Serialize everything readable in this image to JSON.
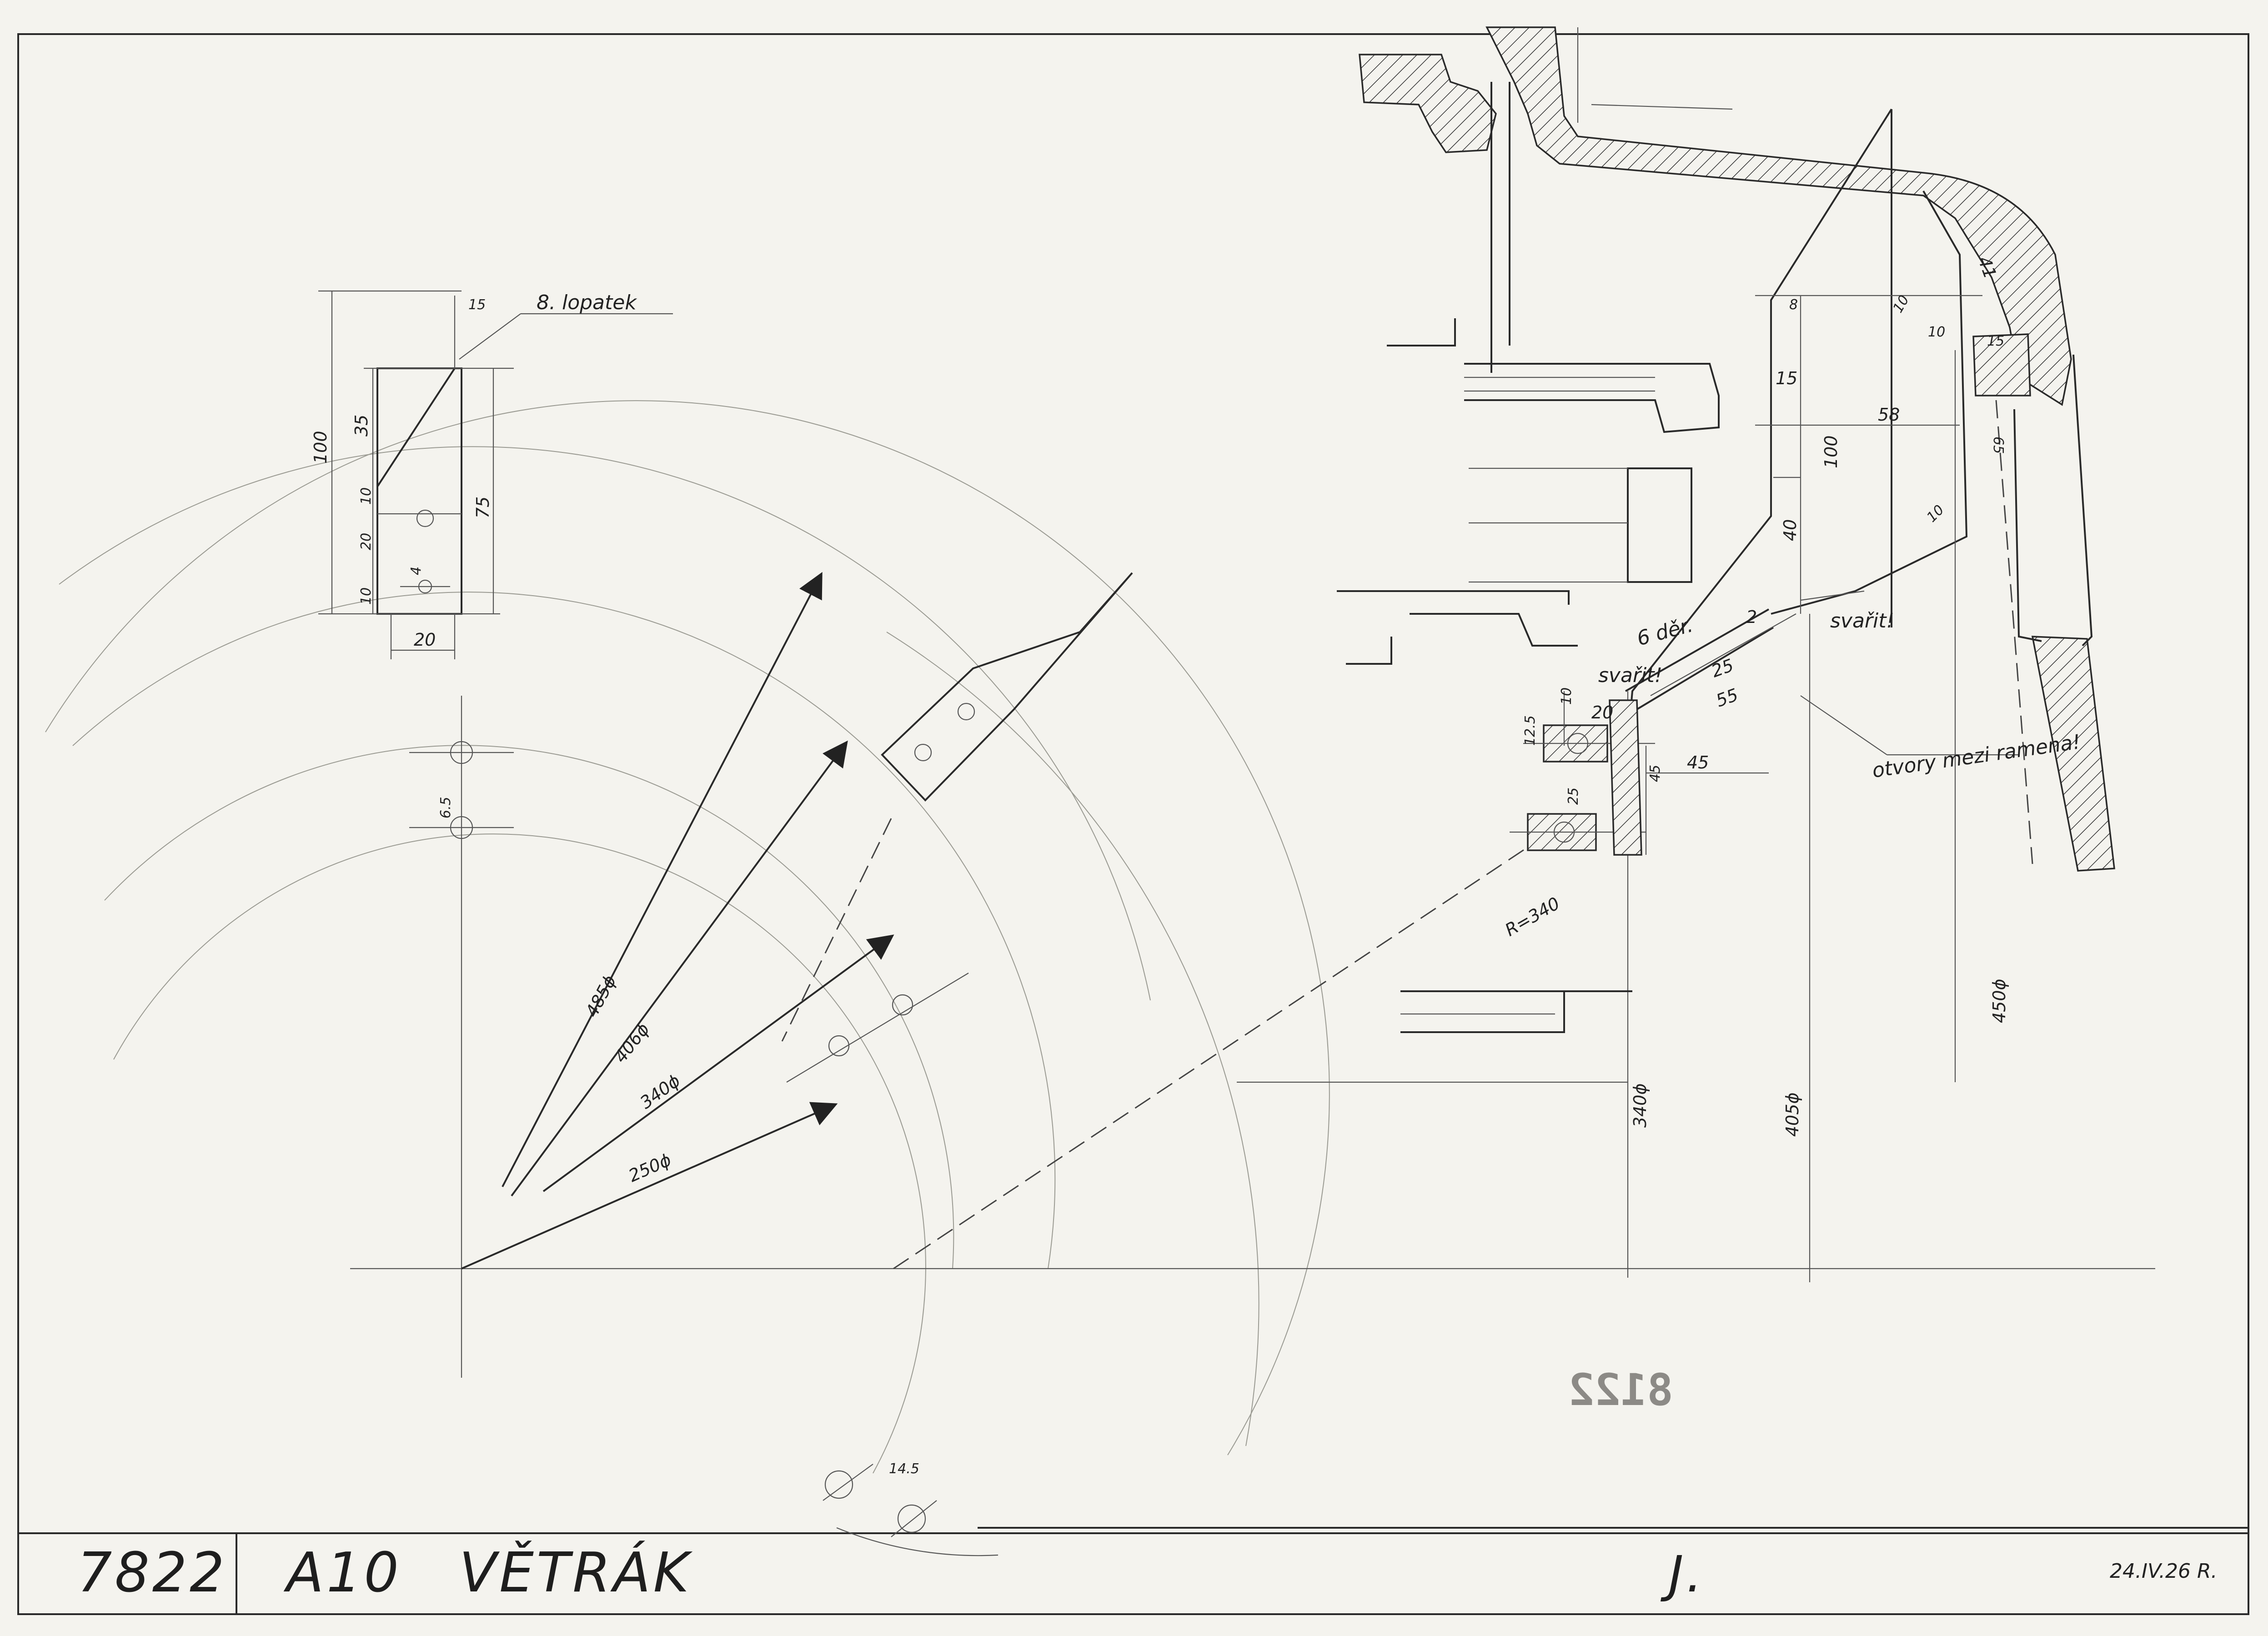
{
  "title_block": {
    "drawing_number": "7822",
    "part_code": "A10",
    "part_name": "VĚTRÁK",
    "initial": "J.",
    "date": "24.IV.26 R."
  },
  "stamp": {
    "text": "8122"
  },
  "blade_detail": {
    "note": "8. lopatek",
    "dims": [
      "15",
      "100",
      "35",
      "75",
      "20",
      "10",
      "10",
      "4",
      "20"
    ]
  },
  "plan_view": {
    "diameters": [
      "485ϕ",
      "406ϕ",
      "340ϕ",
      "250ϕ"
    ],
    "dims": [
      "6.5",
      "14.5"
    ]
  },
  "section_view": {
    "notes": [
      "svařit!",
      "svařit!",
      "6 děr.",
      "otvory mezi ramena!"
    ],
    "dims": [
      "8",
      "15",
      "58",
      "100",
      "40",
      "10",
      "10",
      "10",
      "41",
      "15",
      "65",
      "2",
      "25",
      "55",
      "45",
      "20",
      "10",
      "45",
      "25",
      "12.5",
      "R=340"
    ],
    "diameters": [
      "340ϕ",
      "405ϕ",
      "450ϕ"
    ]
  }
}
